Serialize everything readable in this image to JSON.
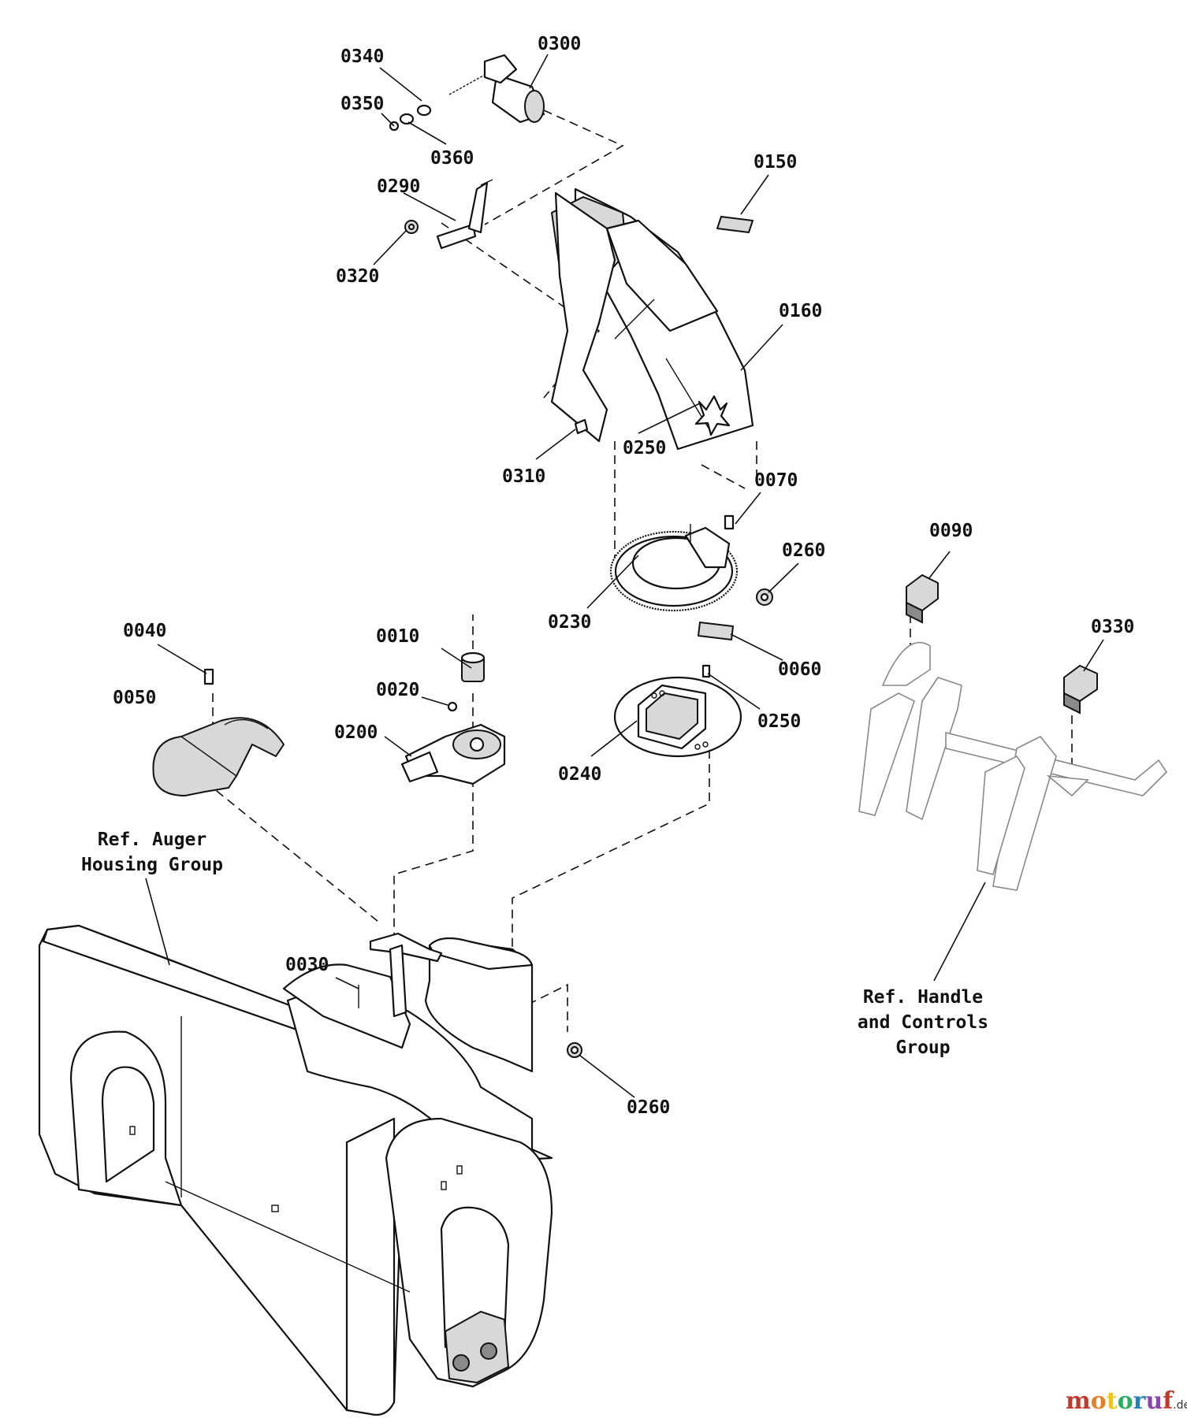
{
  "callouts": {
    "c0340": "0340",
    "c0300": "0300",
    "c0350": "0350",
    "c0360": "0360",
    "c0290": "0290",
    "c0320": "0320",
    "c0150": "0150",
    "c0160": "0160",
    "c0250a": "0250",
    "c0310": "0310",
    "c0070": "0070",
    "c0260a": "0260",
    "c0230": "0230",
    "c0060": "0060",
    "c0250b": "0250",
    "c0240": "0240",
    "c0040": "0040",
    "c0050": "0050",
    "c0010": "0010",
    "c0020": "0020",
    "c0200": "0200",
    "c0030": "0030",
    "c0260b": "0260",
    "c0090": "0090",
    "c0330": "0330"
  },
  "references": {
    "auger": {
      "line1": "Ref. Auger",
      "line2": "Housing Group"
    },
    "handle": {
      "line1": "Ref. Handle",
      "line2": "and Controls",
      "line3": "Group"
    }
  },
  "watermark": {
    "letters": [
      "m",
      "o",
      "t",
      "o",
      "r",
      "u",
      "f"
    ],
    "colors": [
      "#c0392b",
      "#e67e22",
      "#f1c40f",
      "#27ae60",
      "#2980b9",
      "#8e44ad",
      "#c0392b"
    ],
    "suffix": ".de"
  }
}
